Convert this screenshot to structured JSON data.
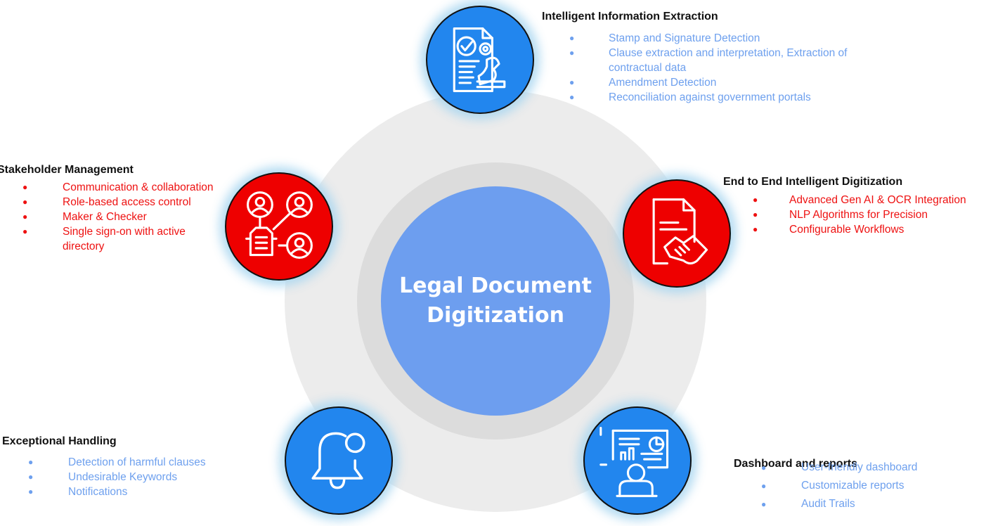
{
  "center": {
    "line1": "Legal Document",
    "line2": "Digitization"
  },
  "nodes": {
    "extraction": {
      "title": "Intelligent Information Extraction",
      "items": [
        "Stamp and Signature Detection",
        "Clause extraction and interpretation, Extraction of",
        "contractual data",
        "Amendment Detection",
        "Reconciliation against government portals"
      ],
      "icon": "document-stamp-icon",
      "color": "#2286ee"
    },
    "stakeholder": {
      "title": "Stakeholder Management",
      "items": [
        "Communication & collaboration",
        "Role-based access control",
        "Maker & Checker",
        "Single sign-on with active",
        "directory"
      ],
      "icon": "user-network-icon",
      "color": "#ee0000"
    },
    "digitization": {
      "title": "End to End Intelligent Digitization",
      "items": [
        "Advanced Gen AI & OCR Integration",
        "NLP Algorithms for Precision",
        "Configurable Workflows"
      ],
      "icon": "document-handshake-icon",
      "color": "#ee0000"
    },
    "exceptional": {
      "title": "Exceptional Handling",
      "items": [
        "Detection of harmful clauses",
        "Undesirable Keywords",
        "Notifications"
      ],
      "icon": "bell-notification-icon",
      "color": "#2286ee"
    },
    "dashboard": {
      "title": "Dashboard and reports",
      "items": [
        "User-friendly dashboard",
        "Customizable reports",
        "Audit Trails"
      ],
      "icon": "presenter-dashboard-icon",
      "color": "#2286ee"
    }
  },
  "bullet": "●"
}
